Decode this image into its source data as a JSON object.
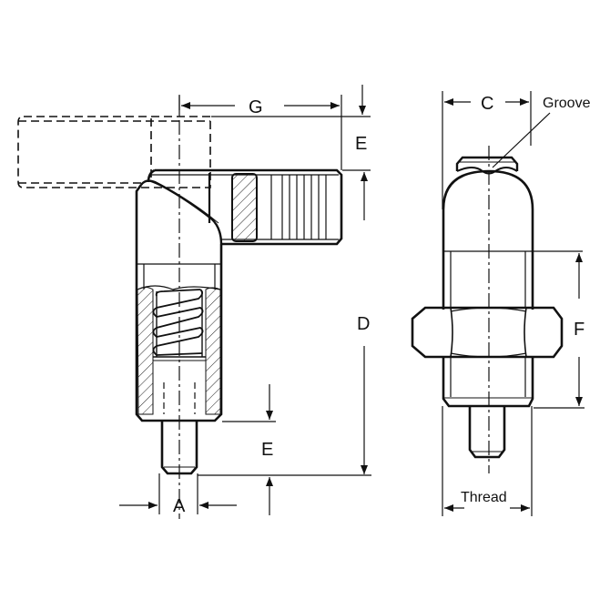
{
  "diagram": {
    "subject": "Cam-action indexing plunger technical drawing",
    "views": [
      "side-section-view",
      "front-view"
    ],
    "labels": {
      "G": "G",
      "E_top": "E",
      "D": "D",
      "E_bottom": "E",
      "A": "A",
      "C": "C",
      "groove": "Groove",
      "F": "F",
      "thread": "Thread"
    },
    "colors": {
      "line": "#111111",
      "background": "#ffffff"
    }
  }
}
